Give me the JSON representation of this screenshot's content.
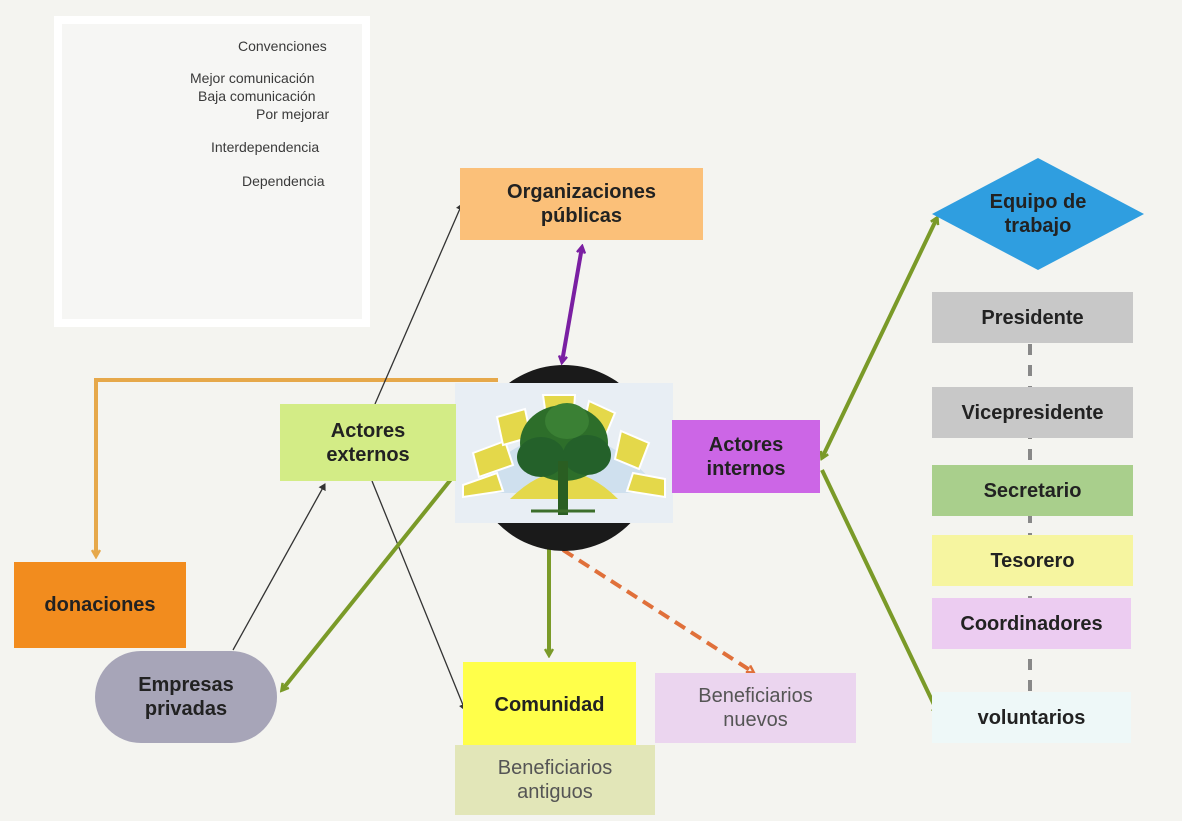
{
  "legend": {
    "title": "Convenciones",
    "items": [
      {
        "label": "Mejor comunicación",
        "color": "#7a9a28",
        "style": "double-arrow"
      },
      {
        "label": "Baja comunicación",
        "color": "#7a1fa2",
        "style": "double-arrow"
      },
      {
        "label": "Por mejorar",
        "color": "#e0703a",
        "style": "dashed-arrow"
      },
      {
        "label": "Interdependencia",
        "color": "#777777",
        "style": "dashed-line"
      },
      {
        "label": "Dependencia",
        "color": "#e8b866",
        "style": "line"
      }
    ]
  },
  "nodes": {
    "organizaciones": "Organizaciones\npúblicas",
    "actores_externos": "Actores\nexternos",
    "actores_internos": "Actores\ninternos",
    "donaciones": "donaciones",
    "empresas": "Empresas\nprivadas",
    "comunidad": "Comunidad",
    "beneficiarios_antiguos": "Beneficiarios\nantiguos",
    "beneficiarios_nuevos": "Beneficiarios\nnuevos",
    "equipo": "Equipo de\ntrabajo"
  },
  "team": {
    "presidente": "Presidente",
    "vicepresidente": "Vicepresidente",
    "secretario": "Secretario",
    "tesorero": "Tesorero",
    "coordinadores": "Coordinadores",
    "voluntarios": "voluntarios"
  },
  "colors": {
    "good": "#7a9a28",
    "low": "#7a1fa2",
    "improve": "#e0703a",
    "dependency": "#e6a84a",
    "interdependency": "#888888"
  }
}
